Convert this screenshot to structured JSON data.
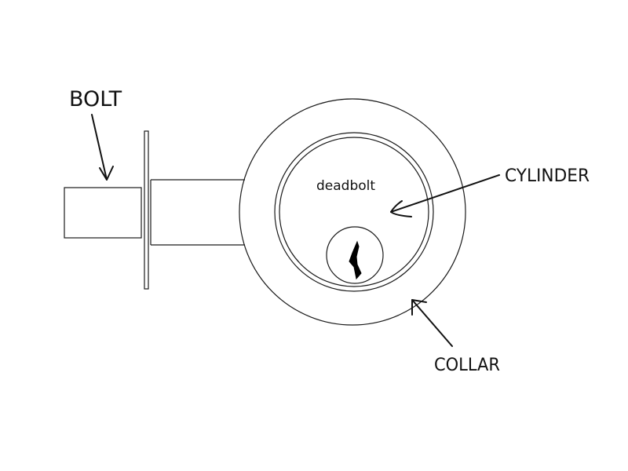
{
  "labels": {
    "bolt": "BOLT",
    "cylinder": "CYLINDER",
    "collar": "COLLAR",
    "cylinder_face": "deadbolt"
  },
  "colors": {
    "line": "#1a1a1a",
    "background": "#ffffff"
  }
}
